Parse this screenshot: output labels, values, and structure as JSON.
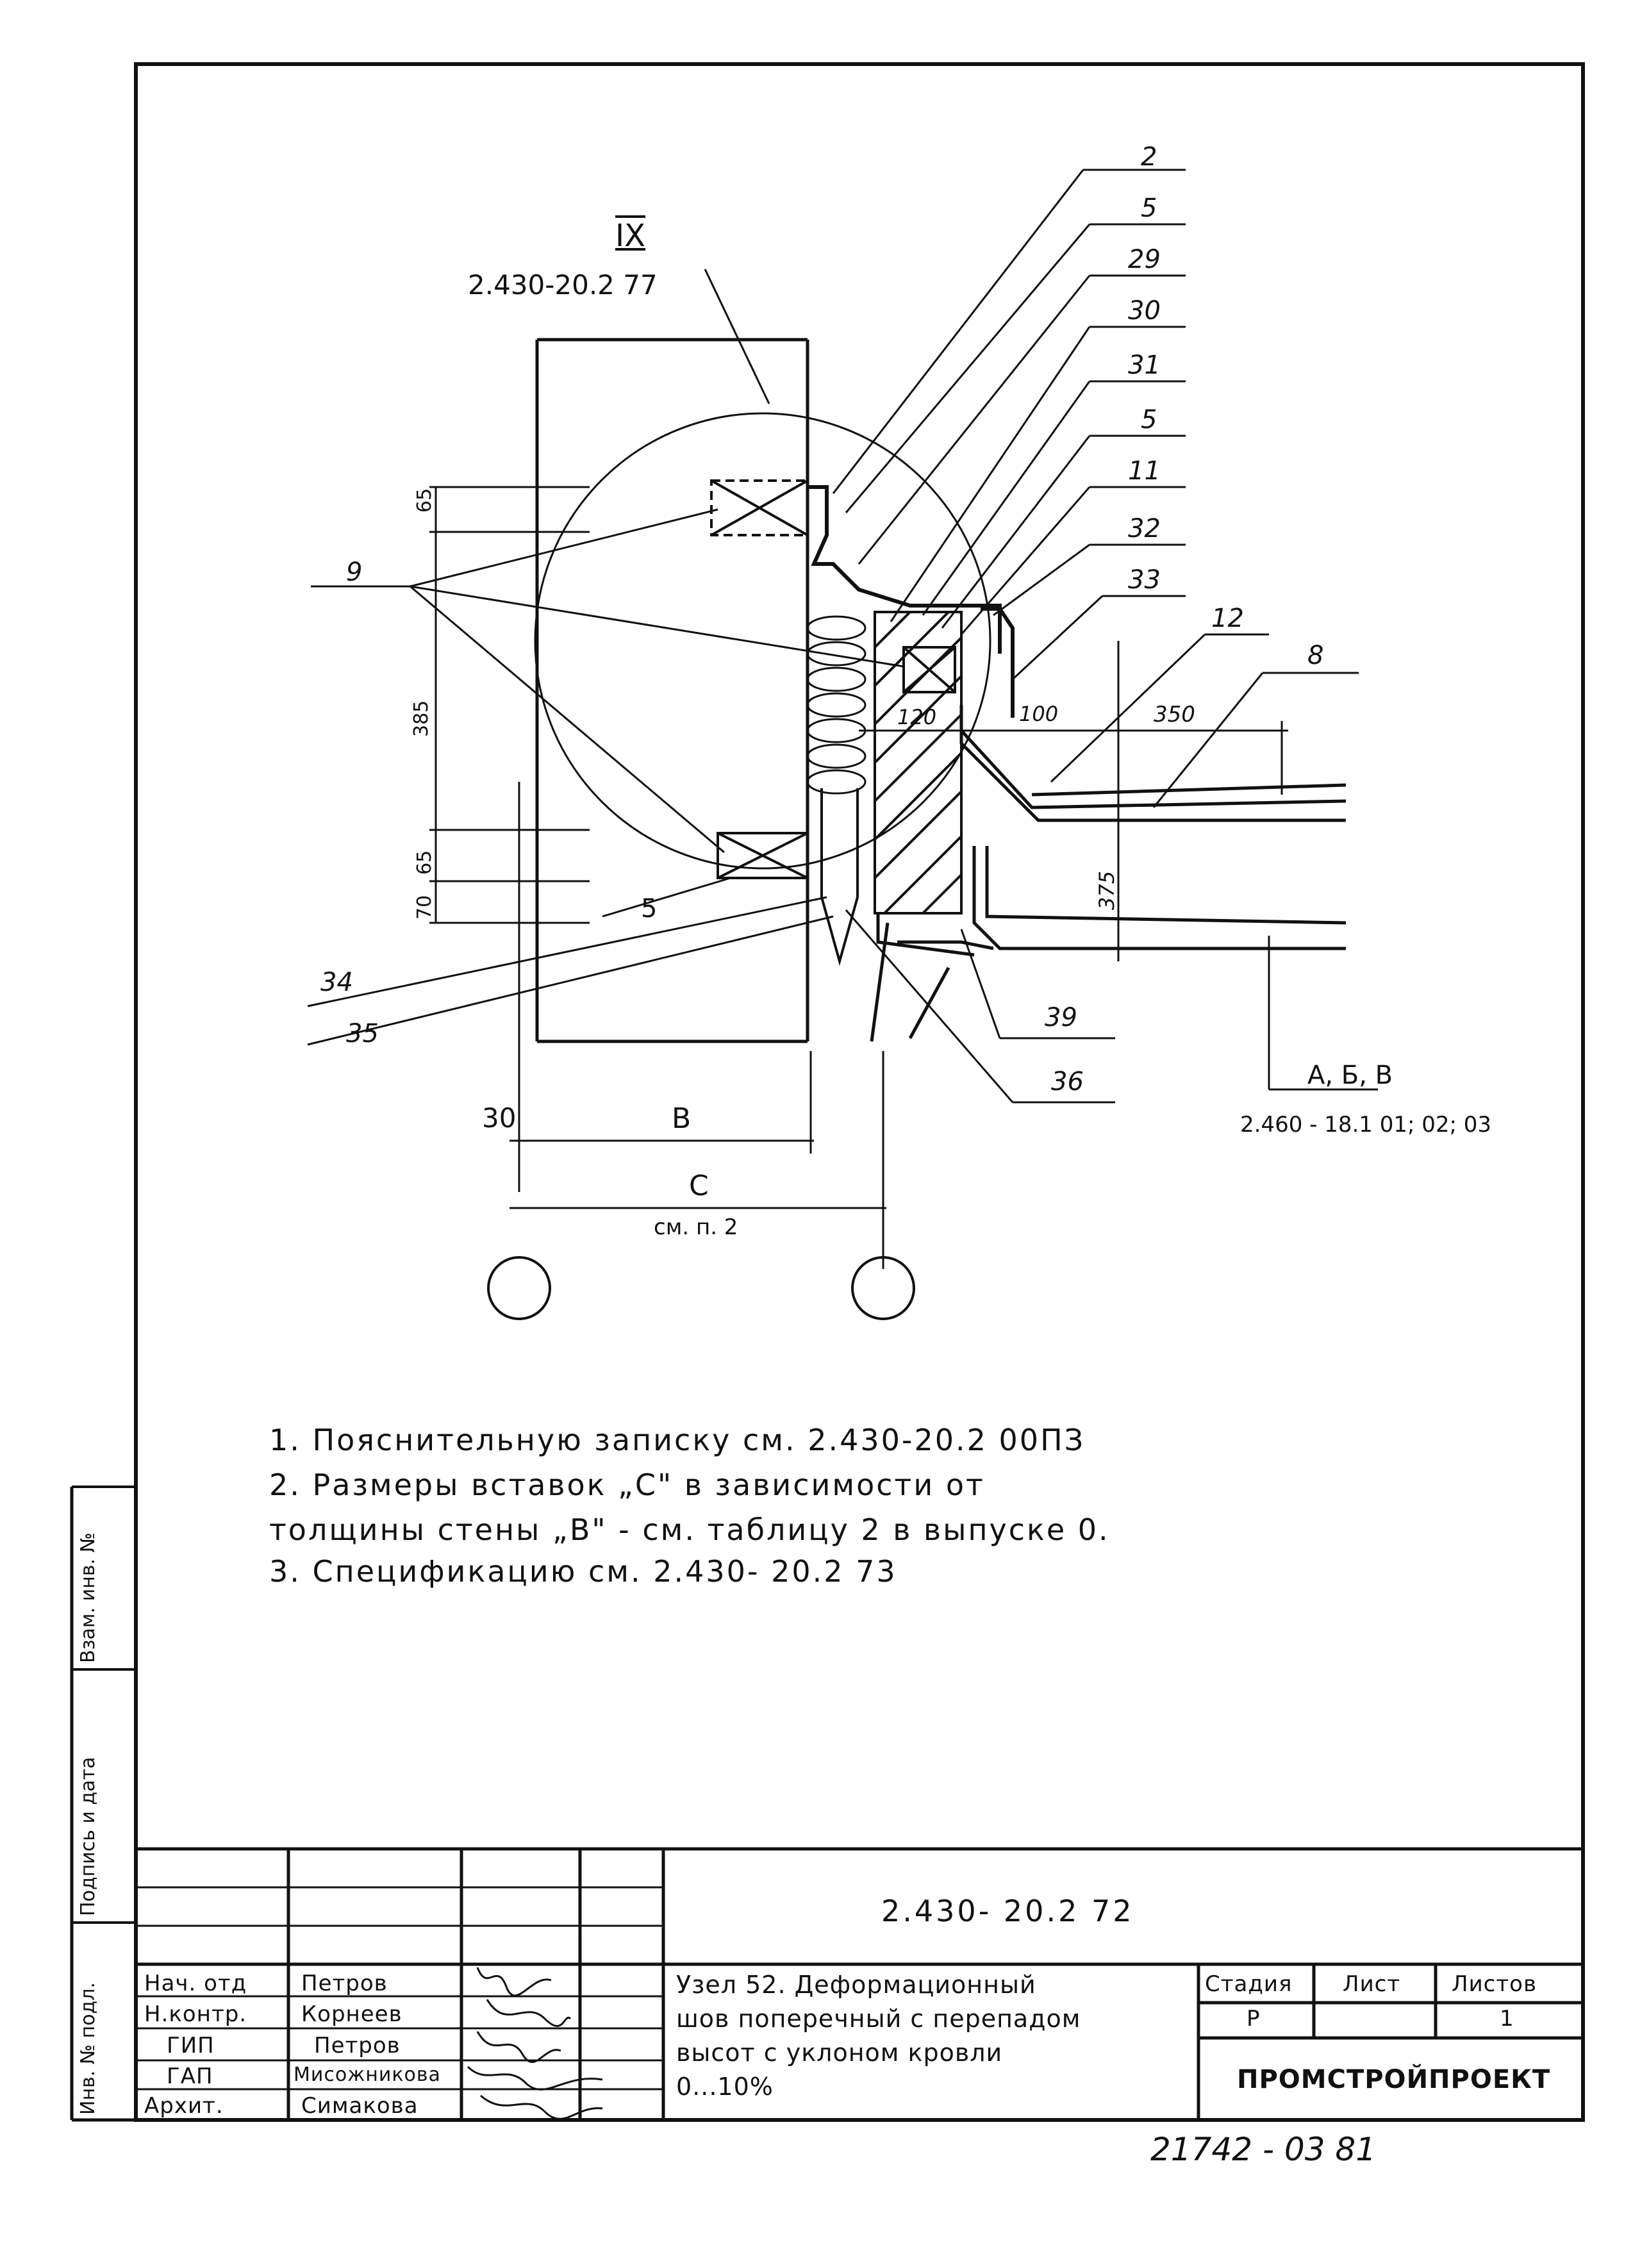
{
  "drawing": {
    "callout": {
      "roman": "IX",
      "ref": "2.430-20.2  77"
    },
    "leaders": [
      "2",
      "5",
      "29",
      "30",
      "31",
      "5",
      "11",
      "32",
      "33",
      "12",
      "8"
    ],
    "left_labels": {
      "nine": "9",
      "five": "5",
      "l34": "34",
      "l35": "35"
    },
    "bottom_labels": {
      "l39": "39",
      "l36": "36"
    },
    "dims": {
      "d65a": "65",
      "d385": "385",
      "d65b": "65",
      "d70": "70",
      "d120": "120",
      "d100": "100",
      "d350": "350",
      "d375": "375",
      "d30": "30",
      "dB": "B",
      "dC": "C",
      "dCnote": "см. п. 2"
    },
    "axis_ref": {
      "letters": "А, Б, В",
      "doc": "2.460 - 18.1 01; 02; 03"
    }
  },
  "notes": [
    "1. Пояснительную записку  см. 2.430-20.2 00ПЗ",
    "2. Размеры  вставок  „С\" в зависимости  от",
    "   толщины  стены „В\" - см. таблицу 2  в выпуске 0.",
    "3. Спецификацию  см. 2.430- 20.2 73"
  ],
  "side_stamp": {
    "inv_orig": "Инв. № подл.",
    "sign_date": "Подпись и дата",
    "vzam": "Взам. инв. №"
  },
  "title_block": {
    "doc_code": "2.430- 20.2  72",
    "title": [
      "Узел 52. Деформационный",
      "шов поперечный с перепадом",
      "высот с уклоном кровли",
      "0...10%"
    ],
    "roles": [
      {
        "role": "Нач. отд",
        "name": "Петров"
      },
      {
        "role": "Н.контр.",
        "name": "Корнеев"
      },
      {
        "role": "ГИП",
        "name": "Петров"
      },
      {
        "role": "ГАП",
        "name": "Мисожникова"
      },
      {
        "role": "Архит.",
        "name": "Симакова"
      }
    ],
    "stage_header": "Стадия",
    "sheet_header": "Лист",
    "sheets_header": "Листов",
    "stage": "Р",
    "sheet": "",
    "sheets": "1",
    "org": "ПРОМСТРОЙПРОЕКТ"
  },
  "footer_number": "21742 - 03   81"
}
